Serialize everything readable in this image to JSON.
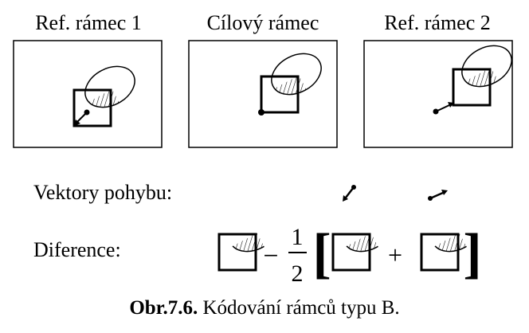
{
  "frames": [
    {
      "title": "Ref. rámec 1"
    },
    {
      "title": "Cílový rámec"
    },
    {
      "title": "Ref. rámec 2"
    }
  ],
  "rows": {
    "motion_vectors_label": "Vektory pohybu:",
    "difference_label": "Diference:"
  },
  "formula": {
    "minus": "−",
    "numerator": "1",
    "denominator": "2",
    "open_bracket": "[",
    "plus": "+",
    "close_bracket": "]"
  },
  "caption": {
    "bold": "Obr.7.6.",
    "text": " Kódování rámců typu B."
  }
}
